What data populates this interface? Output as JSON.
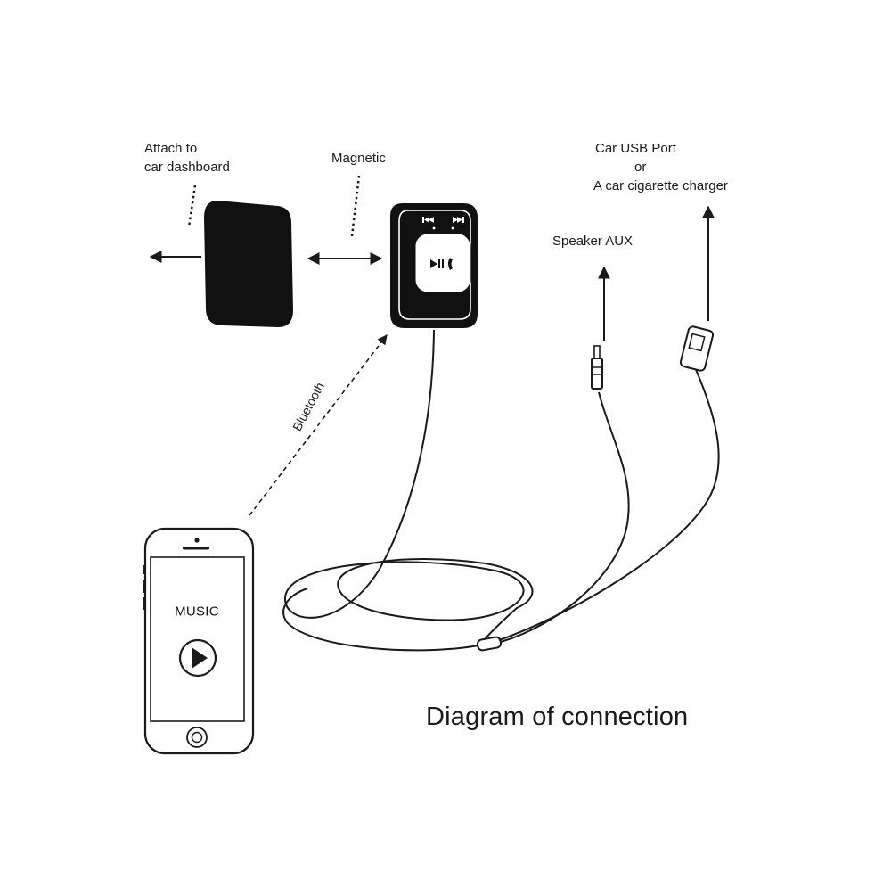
{
  "title": "Diagram of connection",
  "labels": {
    "attach_line1": "Attach to",
    "attach_line2": "car dashboard",
    "magnetic": "Magnetic",
    "usb_line1": "Car USB Port",
    "usb_line2": "or",
    "usb_line3": "A car cigarette charger",
    "speaker_aux": "Speaker AUX",
    "bluetooth": "Bluetooth"
  },
  "phone": {
    "screen_text": "MUSIC",
    "play_icon": "play-icon"
  },
  "receiver_icons": [
    "prev-icon",
    "next-icon",
    "play-pause-phone-icon"
  ],
  "colors": {
    "ink": "#1a1a1a",
    "device_fill": "#111111",
    "background": "#ffffff"
  }
}
